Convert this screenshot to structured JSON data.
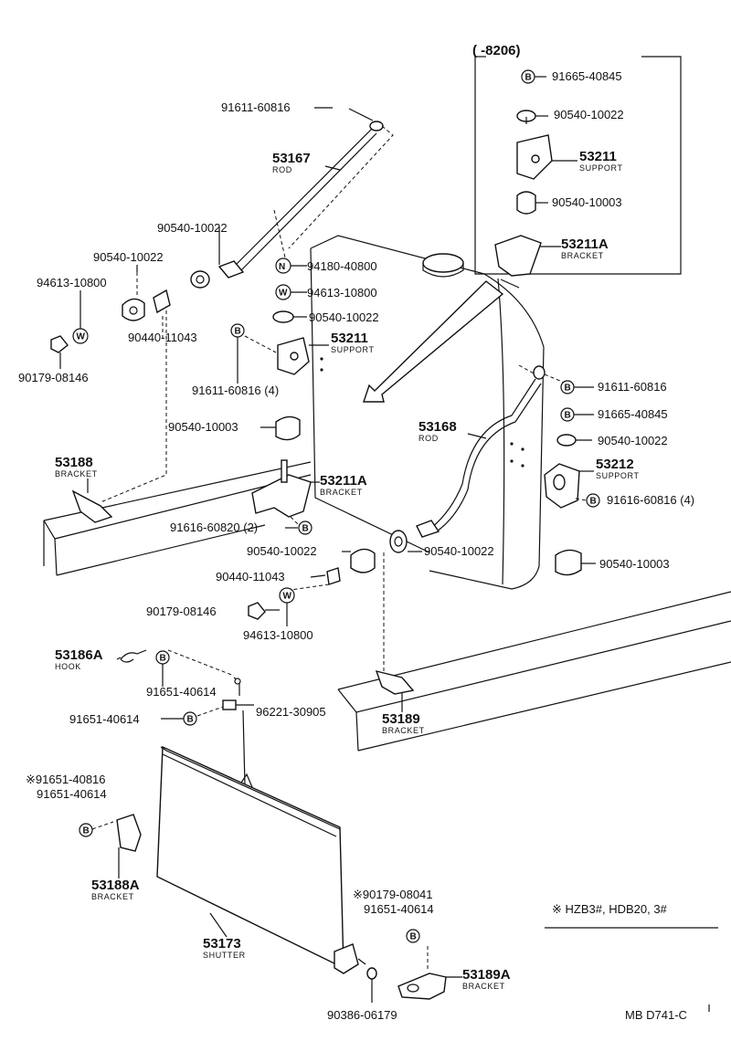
{
  "diagram": {
    "code": "MB D741-C",
    "inset_range": "(       -8206)",
    "footnote": "※  HZB3#, HDB20, 3#",
    "symbols": {
      "B": "B",
      "W": "W",
      "N": "N"
    },
    "parts": [
      {
        "pn": "91611-60816"
      },
      {
        "pn": "53167",
        "name": "ROD"
      },
      {
        "pn": "90540-10022"
      },
      {
        "pn": "90540-10022"
      },
      {
        "pn": "94613-10800"
      },
      {
        "pn": "90440-11043"
      },
      {
        "pn": "90179-08146"
      },
      {
        "pn": "94180-40800"
      },
      {
        "pn": "94613-10800"
      },
      {
        "pn": "90540-10022"
      },
      {
        "pn": "53211",
        "name": "SUPPORT"
      },
      {
        "pn": "91611-60816 (4)"
      },
      {
        "pn": "90540-10003"
      },
      {
        "pn": "53188",
        "name": "BRACKET"
      },
      {
        "pn": "53211A",
        "name": "BRACKET"
      },
      {
        "pn": "91616-60820 (2)"
      },
      {
        "pn": "90540-10022"
      },
      {
        "pn": "90540-10022"
      },
      {
        "pn": "90440-11043"
      },
      {
        "pn": "90179-08146"
      },
      {
        "pn": "94613-10800"
      },
      {
        "pn": "91665-40845"
      },
      {
        "pn": "90540-10022"
      },
      {
        "pn": "53211",
        "name": "SUPPORT"
      },
      {
        "pn": "90540-10003"
      },
      {
        "pn": "53211A",
        "name": "BRACKET"
      },
      {
        "pn": "91611-60816"
      },
      {
        "pn": "53168",
        "name": "ROD"
      },
      {
        "pn": "91665-40845"
      },
      {
        "pn": "90540-10022"
      },
      {
        "pn": "53212",
        "name": "SUPPORT"
      },
      {
        "pn": "91616-60816 (4)"
      },
      {
        "pn": "90540-10003"
      },
      {
        "pn": "53186A",
        "name": "HOOK"
      },
      {
        "pn": "91651-40614"
      },
      {
        "pn": "91651-40614"
      },
      {
        "pn": "96221-30905"
      },
      {
        "pn": "53189",
        "name": "BRACKET"
      },
      {
        "pn": "※91651-40816"
      },
      {
        "pn": "91651-40614"
      },
      {
        "pn": "53188A",
        "name": "BRACKET"
      },
      {
        "pn": "53173",
        "name": "SHUTTER"
      },
      {
        "pn": "※90179-08041"
      },
      {
        "pn": "91651-40614"
      },
      {
        "pn": "53189A",
        "name": "BRACKET"
      },
      {
        "pn": "90386-06179"
      }
    ]
  }
}
